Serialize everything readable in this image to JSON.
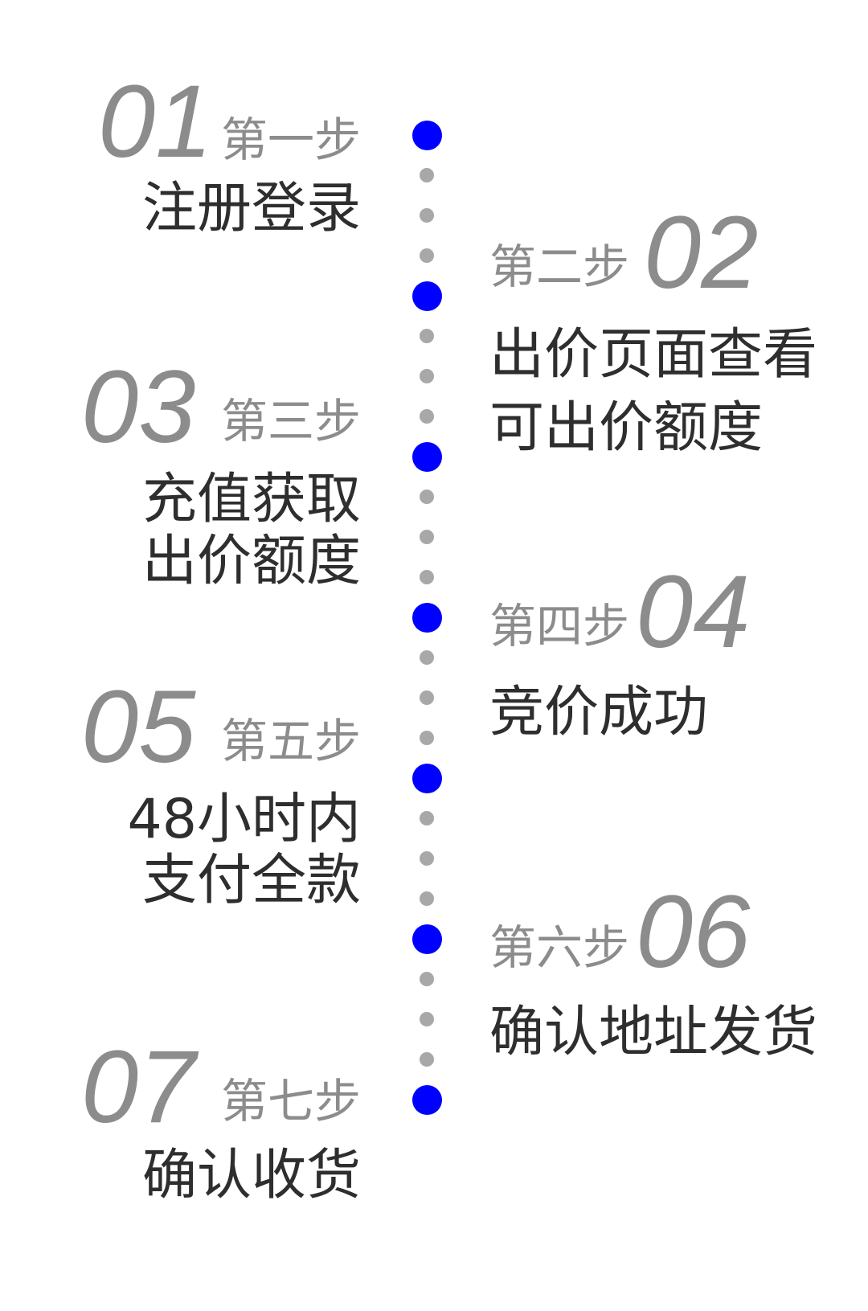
{
  "steps": [
    {
      "number": "01",
      "label": "第一步",
      "lines": [
        "注册登录"
      ]
    },
    {
      "number": "02",
      "label": "第二步",
      "lines": [
        "出价页面查看",
        "可出价额度"
      ]
    },
    {
      "number": "03",
      "label": "第三步",
      "lines": [
        "充值获取",
        "出价额度"
      ]
    },
    {
      "number": "04",
      "label": "第四步",
      "lines": [
        "竞价成功"
      ]
    },
    {
      "number": "05",
      "label": "第五步",
      "lines": [
        "48小时内",
        "支付全款"
      ]
    },
    {
      "number": "06",
      "label": "第六步",
      "lines": [
        "确认地址发货"
      ]
    },
    {
      "number": "07",
      "label": "第七步",
      "lines": [
        "确认收货"
      ]
    }
  ],
  "colors": {
    "active_dot": "#0000ff",
    "connector_dot": "#a8a8a8",
    "number": "#8c8c8c",
    "label": "#8c8c8c",
    "text": "#2e2e2e",
    "background": "#ffffff"
  }
}
